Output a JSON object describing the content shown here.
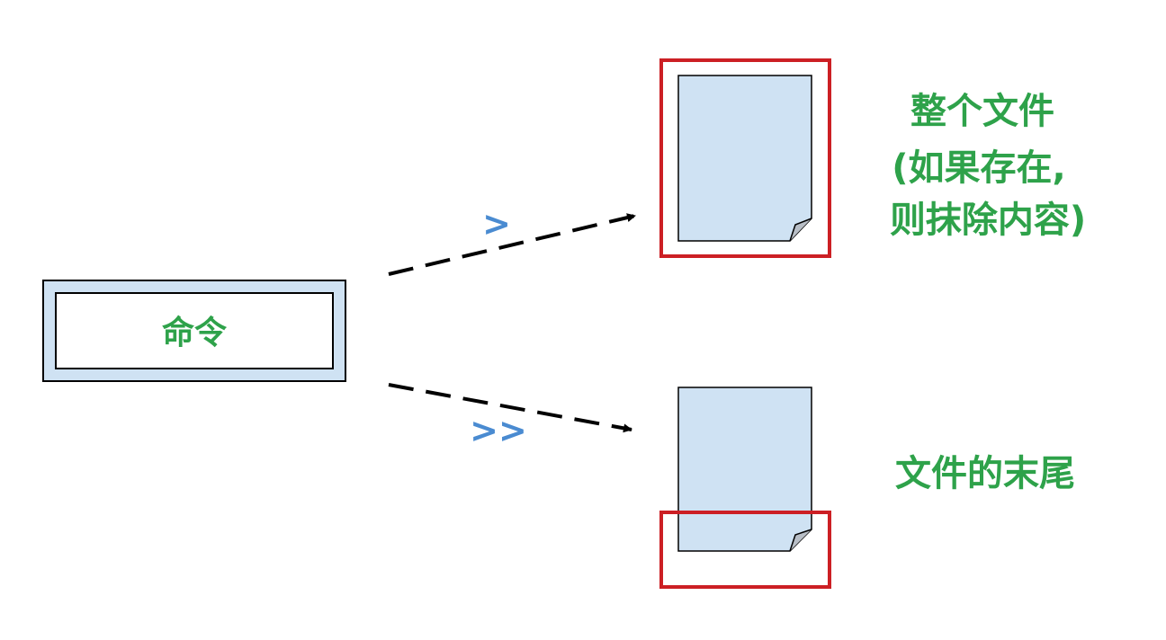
{
  "command": {
    "label": "命令"
  },
  "redirects": [
    {
      "operator": ">",
      "description_lines": [
        "整个文件",
        "(如果存在,",
        "则抹除内容)"
      ]
    },
    {
      "operator": ">>",
      "description_lines": [
        "文件的末尾"
      ]
    }
  ],
  "colors": {
    "label_text": "#2ea24a",
    "operator_text": "#4a8bd1",
    "file_fill": "#cfe2f3",
    "highlight_box": "#cc1f24",
    "arrow": "#000000"
  }
}
